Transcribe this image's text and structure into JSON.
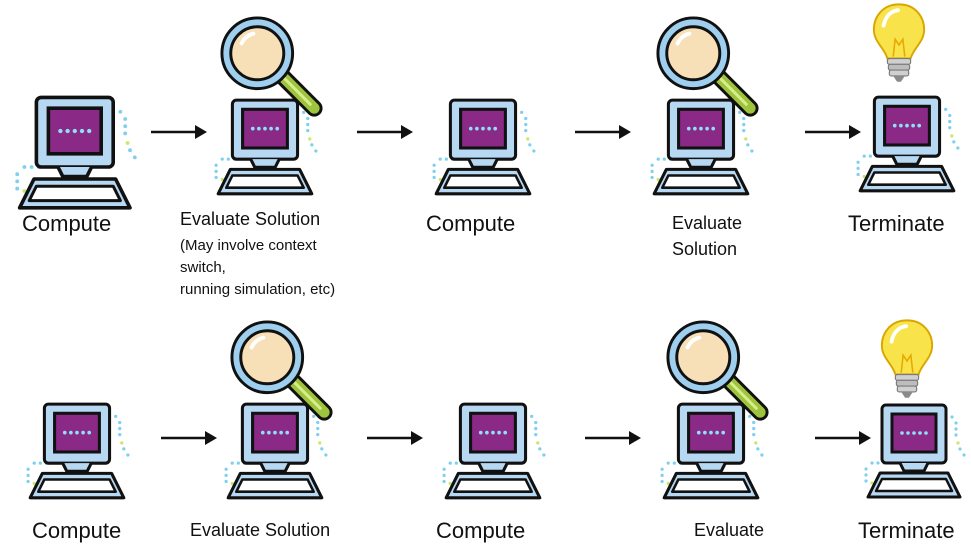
{
  "colors": {
    "screen": "#8a2a86",
    "bezel": "#b7d8f2",
    "outline": "#111111",
    "dots": "#7fd0ee",
    "lens_ring": "#9fcfee",
    "lens_glass": "#f7dfb7",
    "handle": "#9ec43d",
    "bulb": "#f8e44a",
    "bulb_base": "#bdbdbd"
  },
  "rows": [
    {
      "steps": [
        {
          "label": "Compute",
          "icon": "laptop-icon"
        },
        {
          "label": "Evaluate Solution",
          "note": [
            "(May involve context",
            "switch,",
            "running simulation, etc)"
          ],
          "icon": "magnifier-laptop-icon"
        },
        {
          "label": "Compute",
          "icon": "laptop-icon"
        },
        {
          "label": [
            "Evaluate",
            "Solution"
          ],
          "icon": "magnifier-laptop-icon"
        },
        {
          "label": "Terminate",
          "icon": "lightbulb-laptop-icon"
        }
      ]
    },
    {
      "steps": [
        {
          "label": "Compute",
          "icon": "laptop-icon"
        },
        {
          "label": "Evaluate Solution",
          "icon": "magnifier-laptop-icon"
        },
        {
          "label": "Compute",
          "icon": "laptop-icon"
        },
        {
          "label": "Evaluate",
          "icon": "magnifier-laptop-icon"
        },
        {
          "label": "Terminate",
          "icon": "lightbulb-laptop-icon"
        }
      ]
    }
  ]
}
